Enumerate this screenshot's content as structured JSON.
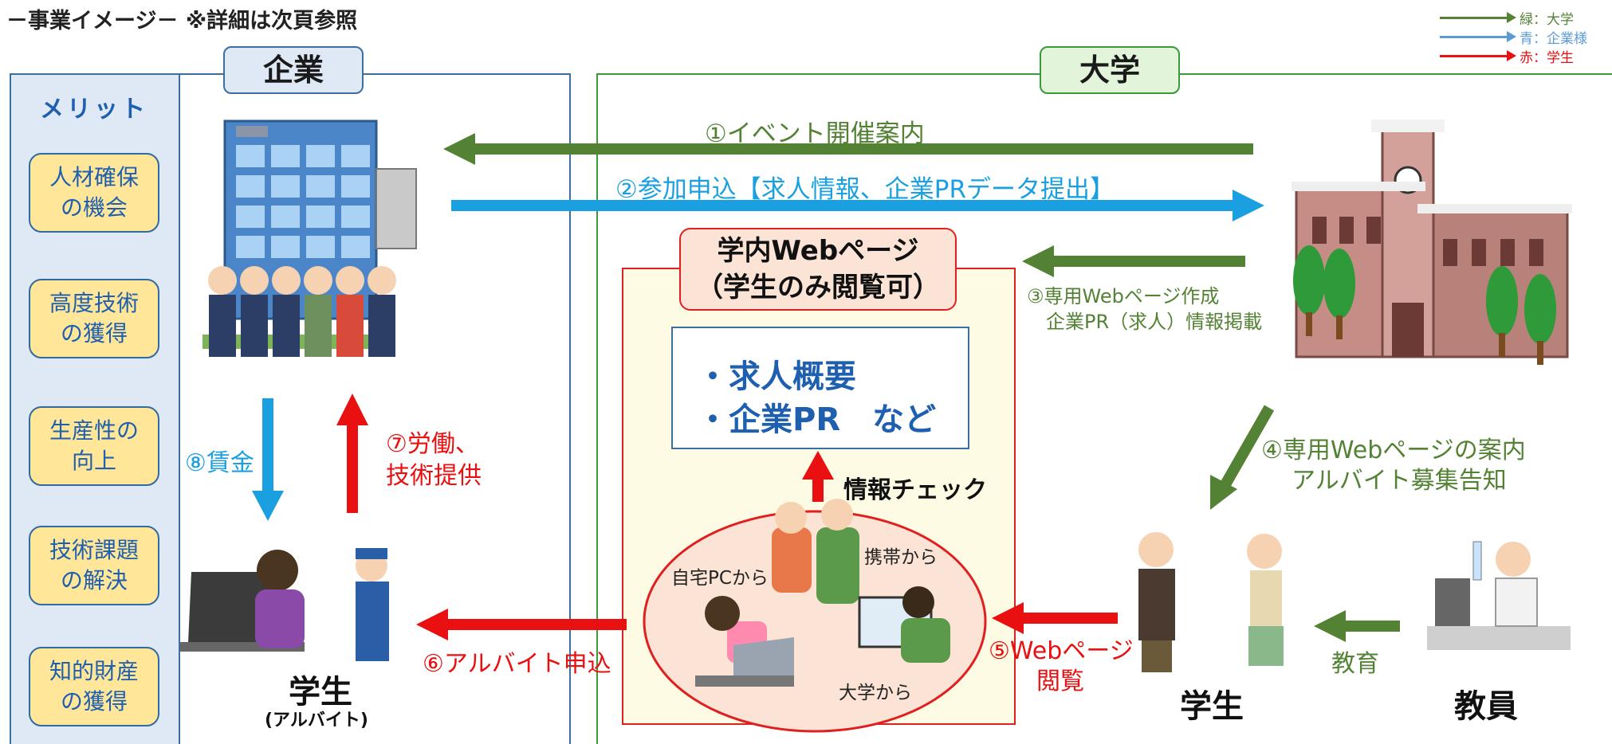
{
  "title": "－事業イメージ－ ※詳細は次頁参照",
  "legend": [
    {
      "label": "緑：大学",
      "color": "#548235"
    },
    {
      "label": "青：企業様",
      "color": "#5b9bd5"
    },
    {
      "label": "赤：学生",
      "color": "#e81010"
    }
  ],
  "company": {
    "header": "企業"
  },
  "university": {
    "header": "大学"
  },
  "merits": {
    "title": "メリット",
    "items": [
      "人材確保\nの機会",
      "高度技術\nの獲得",
      "生産性の\n向上",
      "技術課題\nの解決",
      "知的財産\nの獲得"
    ]
  },
  "web_page": {
    "title_line1": "学内Webページ",
    "title_line2": "（学生のみ閲覧可）",
    "content_line1": "・求人概要",
    "content_line2": "・企業PR　など",
    "check_label": "情報チェック"
  },
  "access": {
    "home_pc": "自宅PCから",
    "mobile": "携帯から",
    "university": "大学から"
  },
  "flows": {
    "step1": "①イベント開催案内",
    "step2": "②参加申込【求人情報、企業PRデータ提出】",
    "step3_line1": "③専用Webページ作成",
    "step3_line2": "企業PR（求人）情報掲載",
    "step4_line1": "④専用Webページの案内",
    "step4_line2": "アルバイト募集告知",
    "step5_line1": "⑤Webページ",
    "step5_line2": "閲覧",
    "step6": "⑥アルバイト申込",
    "step7_line1": "⑦労働、",
    "step7_line2": "技術提供",
    "step8": "⑧賃金",
    "education": "教育"
  },
  "labels": {
    "student_company": "学生",
    "student_company_sub": "(アルバイト)",
    "student_univ": "学生",
    "teacher": "教員"
  },
  "colors": {
    "green": "#548235",
    "blue": "#1aa0e0",
    "red": "#e81010"
  }
}
